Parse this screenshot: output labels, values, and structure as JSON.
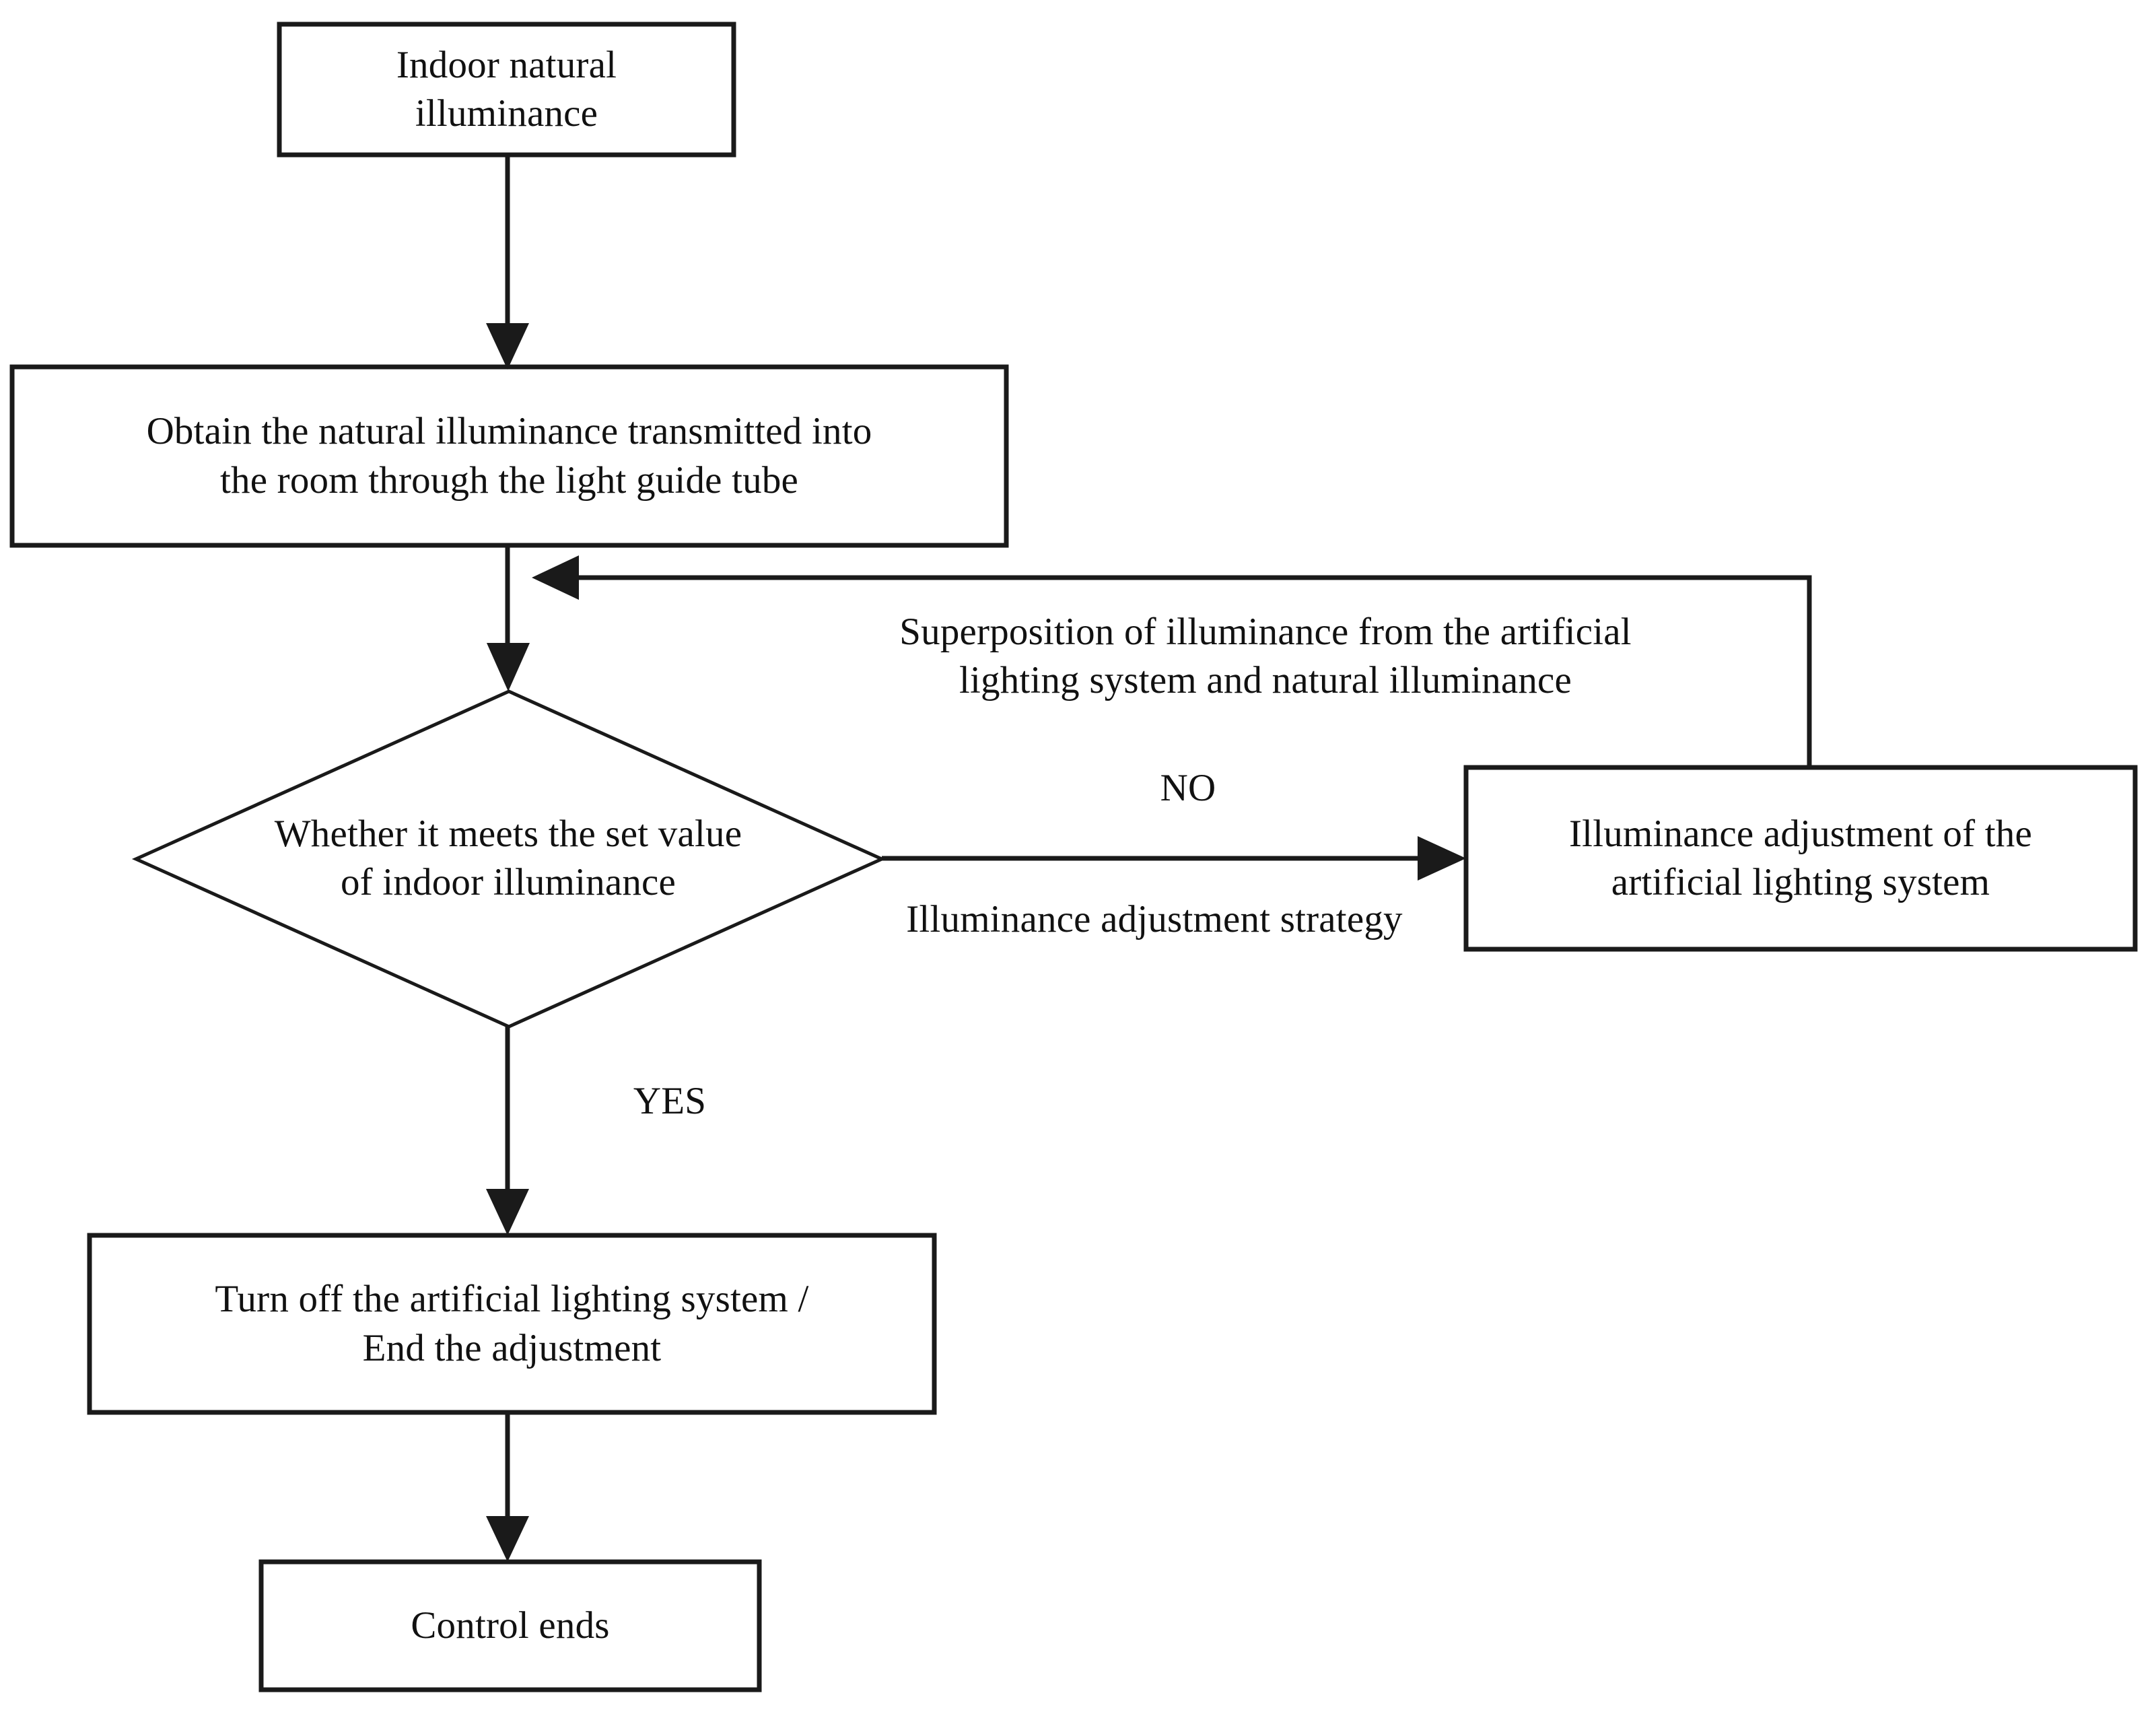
{
  "diagram": {
    "title": "Indoor illuminance control flowchart",
    "type": "flowchart",
    "stroke_color": "#1a1a1a",
    "fill_color": "#ffffff",
    "text_color": "#111111",
    "nodes": [
      {
        "id": "start",
        "shape": "rectangle",
        "text": "Indoor natural\nilluminance"
      },
      {
        "id": "obtain",
        "shape": "rectangle",
        "text": "Obtain the natural illuminance transmitted into\nthe room through the light guide tube"
      },
      {
        "id": "decision",
        "shape": "diamond",
        "text": "Whether it meets the set value\nof indoor illuminance"
      },
      {
        "id": "adjust",
        "shape": "rectangle",
        "text": "Illuminance adjustment of the\nartificial lighting system"
      },
      {
        "id": "turnoff",
        "shape": "rectangle",
        "text": "Turn off the artificial lighting system /\nEnd the adjustment"
      },
      {
        "id": "end",
        "shape": "rectangle",
        "text": "Control ends"
      }
    ],
    "edges": [
      {
        "id": "start-to-obtain",
        "from": "start",
        "to": "obtain",
        "label": ""
      },
      {
        "id": "obtain-to-decision",
        "from": "obtain",
        "to": "decision",
        "label": ""
      },
      {
        "id": "decision-to-adjust",
        "from": "decision",
        "to": "adjust",
        "label": "NO"
      },
      {
        "id": "decision-to-adjust-strategy",
        "from": "decision",
        "to": "adjust",
        "label": "Illuminance adjustment strategy"
      },
      {
        "id": "adjust-to-obtain",
        "from": "adjust",
        "to": "obtain",
        "label": "Superposition of illuminance from the artificial\nlighting system and natural illuminance"
      },
      {
        "id": "decision-to-turnoff",
        "from": "decision",
        "to": "turnoff",
        "label": "YES"
      },
      {
        "id": "turnoff-to-end",
        "from": "turnoff",
        "to": "end",
        "label": ""
      }
    ],
    "labels": {
      "start": "Indoor natural\nilluminance",
      "obtain": "Obtain the natural illuminance transmitted into\nthe room through the light guide tube",
      "decision": "Whether it meets the set value\nof indoor illuminance",
      "adjust": "Illuminance adjustment of the\nartificial lighting system",
      "turnoff": "Turn off the artificial lighting system /\nEnd the adjustment",
      "end": "Control ends",
      "superposition": "Superposition of illuminance from the artificial\nlighting system and natural illuminance",
      "no": "NO",
      "strategy": "Illuminance adjustment strategy",
      "yes": "YES"
    }
  }
}
